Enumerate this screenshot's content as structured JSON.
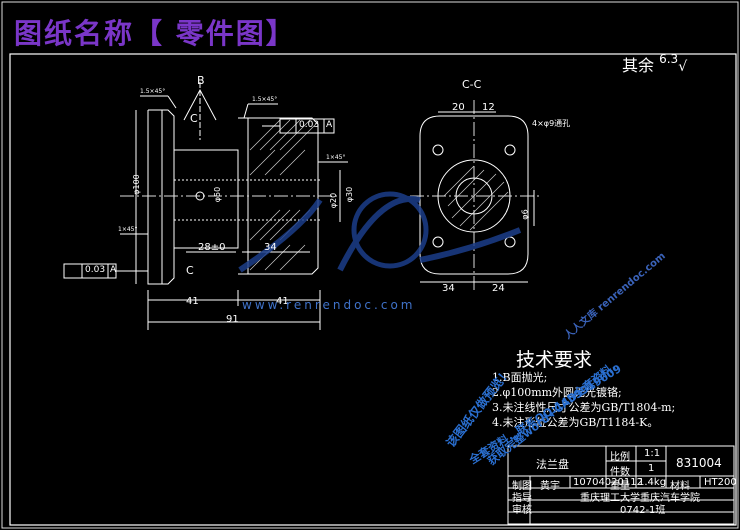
{
  "title": "图纸名称【 零件图】",
  "surface_note": {
    "prefix": "其余",
    "value": "6.3"
  },
  "views": {
    "section_label": "C-C",
    "label_b": "B",
    "label_c_top": "C",
    "label_c_bottom": "C"
  },
  "dims": {
    "d41a": "41",
    "d41b": "41",
    "d91": "91",
    "d34a": "34",
    "d28": "28±0",
    "d20": "20",
    "d12": "12",
    "d34b": "34",
    "d24": "24",
    "holes": "4×φ9通孔",
    "tol1": "0.03",
    "tol_ref1": "A",
    "tol2": "0.03",
    "tol_ref2": "A",
    "d100": "φ100",
    "d50": "φ50",
    "d30": "φ30",
    "d6": "φ6",
    "cha1": "1.5×45°",
    "cha2": "1.5×45°",
    "cha3": "1×45°",
    "cha4": "1×45°",
    "d20b": "φ20"
  },
  "tech": {
    "heading": "技术要求",
    "lines": [
      "1.B面抛光;",
      "2.φ100mm外圆无光镀铬;",
      "3.未注线性尺寸公差为GB/T1804-m;",
      "4.未注形位公差为GB/T1184-K。"
    ]
  },
  "watermark": {
    "lines": [
      "该图纸仅做预览！",
      "全套资料，联系QQ:1459919609",
      "获取完整word+CAD全套资料，",
      "人人文库 renrendoc.com"
    ],
    "site": "www.renrendoc.com"
  },
  "titleblock": {
    "part_name": "法兰盘",
    "scale_label": "比例",
    "scale": "1:1",
    "qty_label": "件数",
    "qty": "1",
    "drawing_no": "831004",
    "draw_label": "制图",
    "drawer": "黄宇",
    "student_no": "10704020112",
    "weight_label": "重量",
    "weight": "1.4kg",
    "material_label": "材料",
    "material": "HT200",
    "guide_label": "指导",
    "review_label": "审核",
    "school": "重庆理工大学重庆汽车学院",
    "class": "0742-1班"
  }
}
